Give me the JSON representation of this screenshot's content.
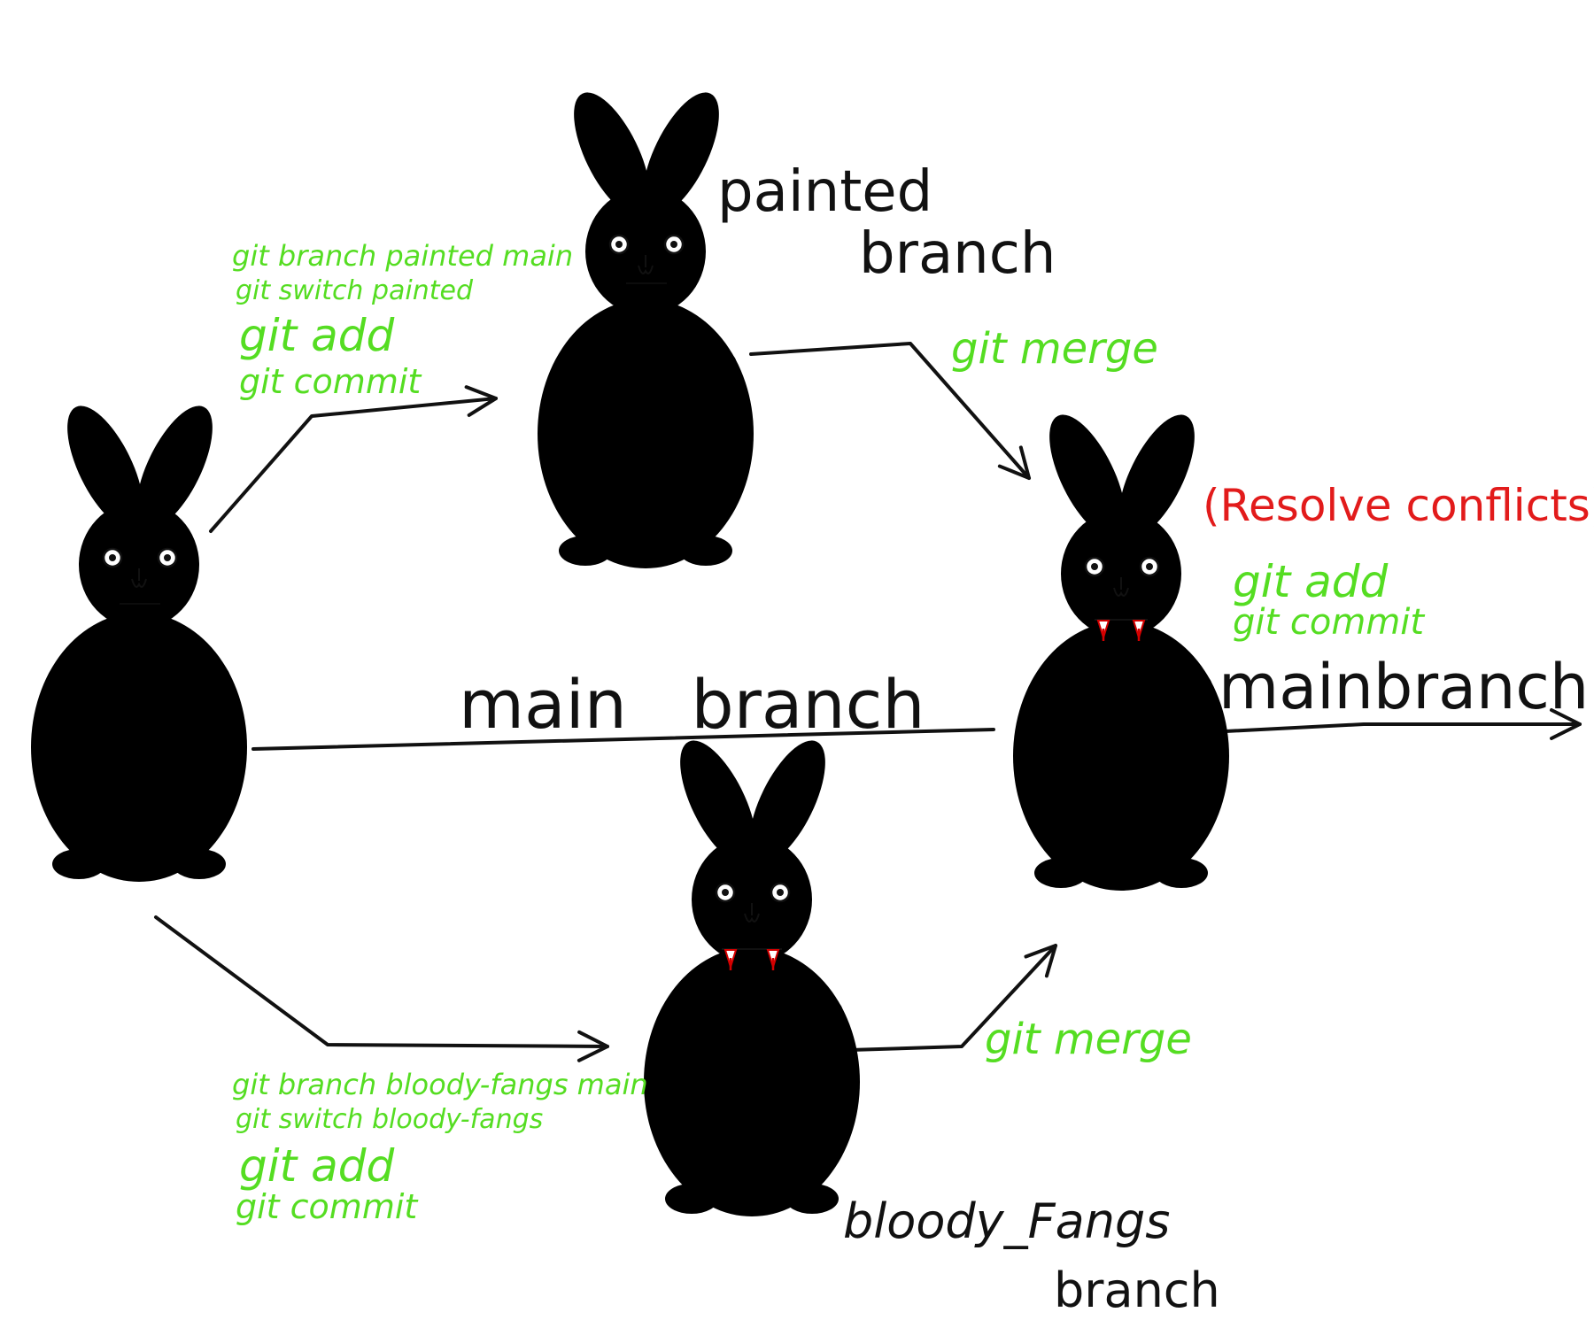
{
  "colors": {
    "ink": "#111111",
    "command": "#55dd22",
    "conflict": "#e21b1b",
    "body_purple": "#a21ec6",
    "head_purple": "#c01fd8",
    "ear_inner": "#d58be6",
    "fang_red": "#d40000"
  },
  "labels": {
    "painted_branch_line1": "painted",
    "painted_branch_line2": "branch",
    "main_branch": "main   branch",
    "main_branch_right": "mainbranch",
    "bloody_fangs_line1": "bloody_Fangs",
    "bloody_fangs_line2": "branch",
    "resolve_conflicts": "(Resolve conflicts)"
  },
  "commands": {
    "painted": [
      "git branch painted main",
      "git switch painted",
      "git add",
      "git commit"
    ],
    "fangs": [
      "git branch bloody-fangs main",
      "git switch bloody-fangs",
      "git add",
      "git commit"
    ],
    "merge_top": "git merge",
    "merge_bottom": "git merge",
    "after_merge": [
      "git add",
      "git commit"
    ]
  },
  "icons": {
    "base": "white-rabbit-icon",
    "painted": "purple-rabbit-icon",
    "fangs": "fanged-white-rabbit-icon",
    "merged": "fanged-purple-rabbit-icon"
  }
}
